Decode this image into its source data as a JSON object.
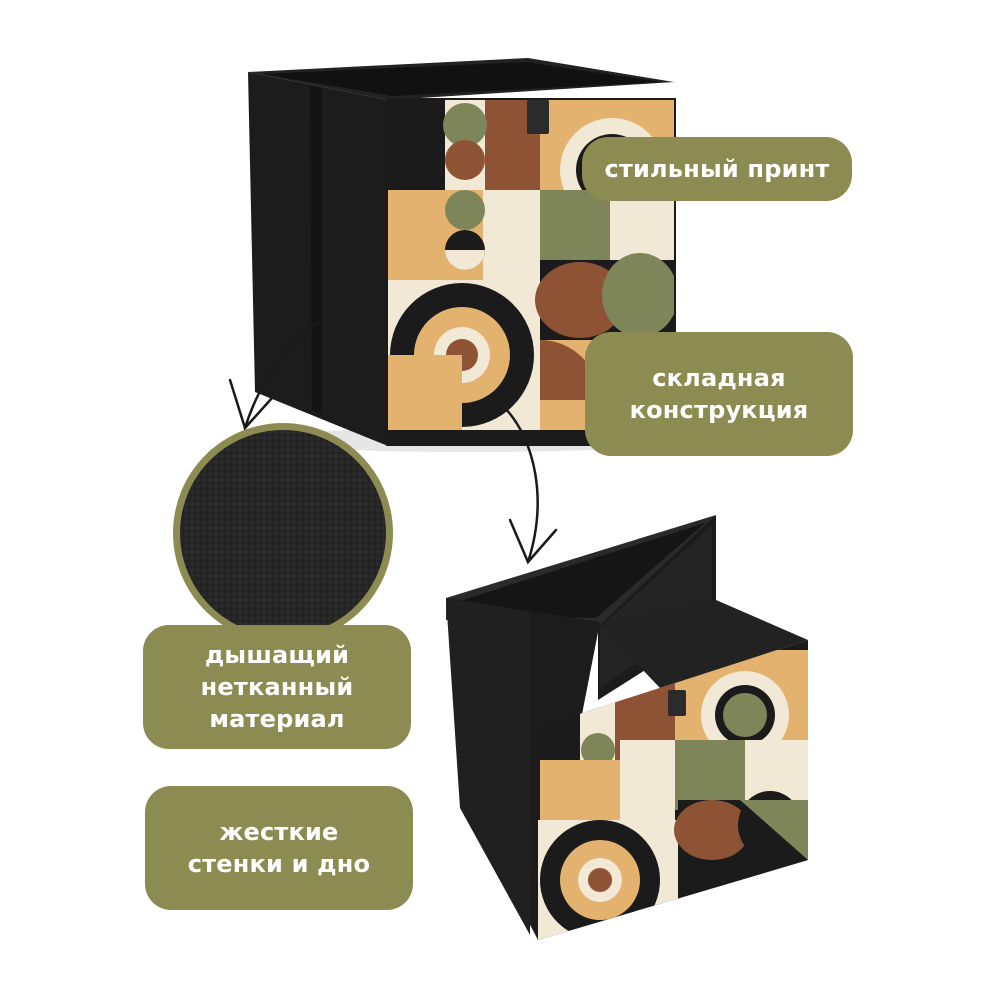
{
  "labels": {
    "print": "стильный принт",
    "fold": [
      "складная",
      "конструкция"
    ],
    "material": [
      "дышащий",
      "нетканный",
      "материал"
    ],
    "walls": [
      "жесткие",
      "стенки и дно"
    ]
  },
  "colors": {
    "label_bg": "#8c8c52",
    "label_text": "#ffffff",
    "box_black": "#1b1b1b",
    "print_tan": "#e2b26e",
    "print_brown": "#8e5234",
    "print_olive": "#7e8558",
    "print_cream": "#f1e8d6"
  }
}
